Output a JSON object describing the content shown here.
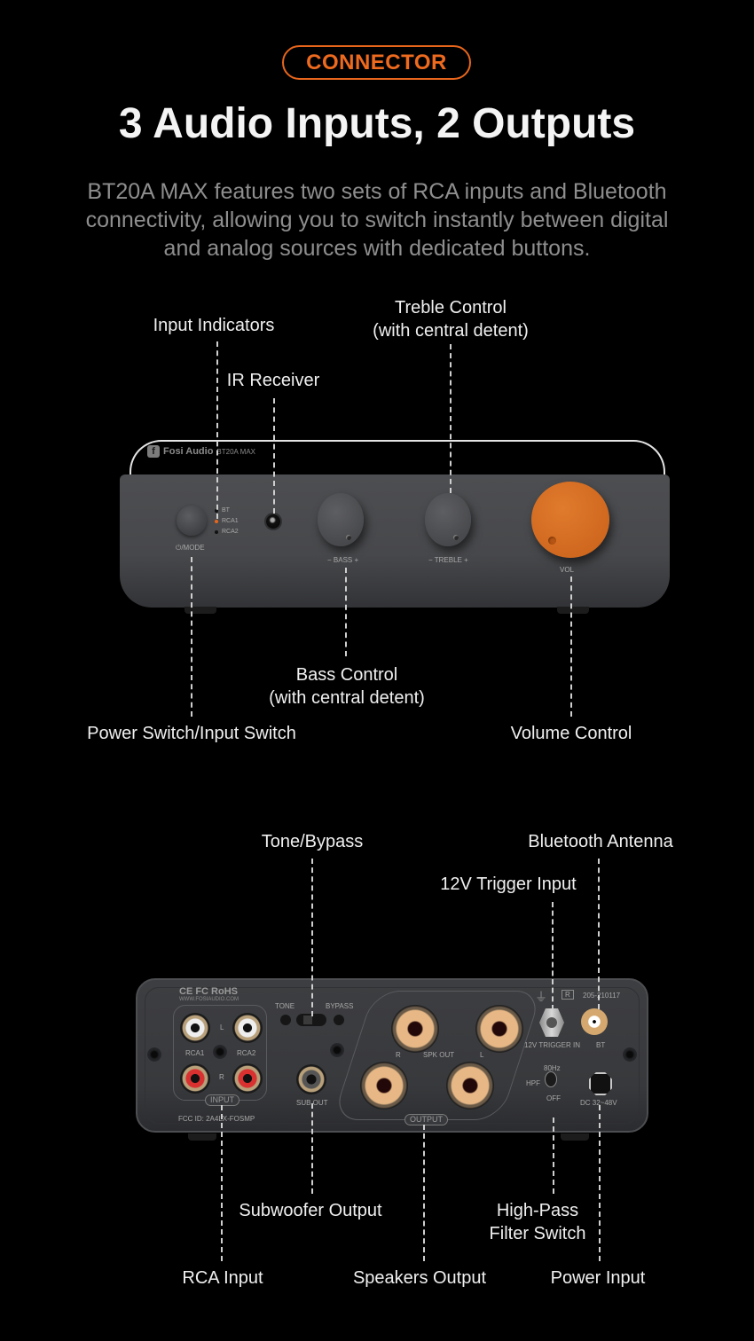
{
  "header": {
    "badge": "CONNECTOR",
    "title": "3 Audio Inputs, 2 Outputs",
    "description_lines": [
      "BT20A MAX features two sets of RCA inputs and Bluetooth",
      "connectivity, allowing you to switch instantly between digital",
      "and analog sources with dedicated buttons."
    ]
  },
  "colors": {
    "accent": "#ee6a1e",
    "background": "#000000",
    "body_text": "#8e8e8e",
    "device_body": "#47484b",
    "volume_knob": "#d86d22"
  },
  "front_panel": {
    "brand": "Fosi Audio",
    "model": "BT20A MAX",
    "mode_label": "⏻/MODE",
    "indicators": [
      "BT",
      "RCA1",
      "RCA2"
    ],
    "active_indicator": "RCA1",
    "bass_label": "− BASS +",
    "treble_label": "− TREBLE +",
    "vol_label": "VOL",
    "callouts": {
      "input_indicators": "Input Indicators",
      "ir_receiver": "IR Receiver",
      "treble_line1": "Treble Control",
      "treble_line2": "(with central detent)",
      "bass_line1": "Bass Control",
      "bass_line2": "(with central detent)",
      "power_switch": "Power Switch/Input Switch",
      "volume": "Volume Control"
    }
  },
  "back_panel": {
    "cert_marks": "CE FC RoHS",
    "website": "WWW.FOSIAUDIO.COM",
    "fcc_id": "FCC ID:  2A4LX-FOSMP",
    "serial": "205-210117",
    "rca_labels": [
      "RCA1",
      "RCA2"
    ],
    "channel_l": "L",
    "channel_r": "R",
    "input_pill": "INPUT",
    "output_pill": "OUTPUT",
    "tone": "TONE",
    "bypass": "BYPASS",
    "sub_out": "SUB OUT",
    "spk_out": "SPK OUT",
    "trigger": "12V TRIGGER IN",
    "bt": "BT",
    "hpf": "HPF",
    "hz": "80Hz",
    "off": "OFF",
    "dc": "DC 32~48V",
    "r_mark": "R",
    "callouts": {
      "tone_bypass": "Tone/Bypass",
      "bt_antenna": "Bluetooth Antenna",
      "trigger": "12V Trigger Input",
      "subwoofer": "Subwoofer Output",
      "hpf_line1": "High-Pass",
      "hpf_line2": "Filter Switch",
      "rca_input": "RCA Input",
      "speakers": "Speakers Output",
      "power_input": "Power Input"
    }
  }
}
